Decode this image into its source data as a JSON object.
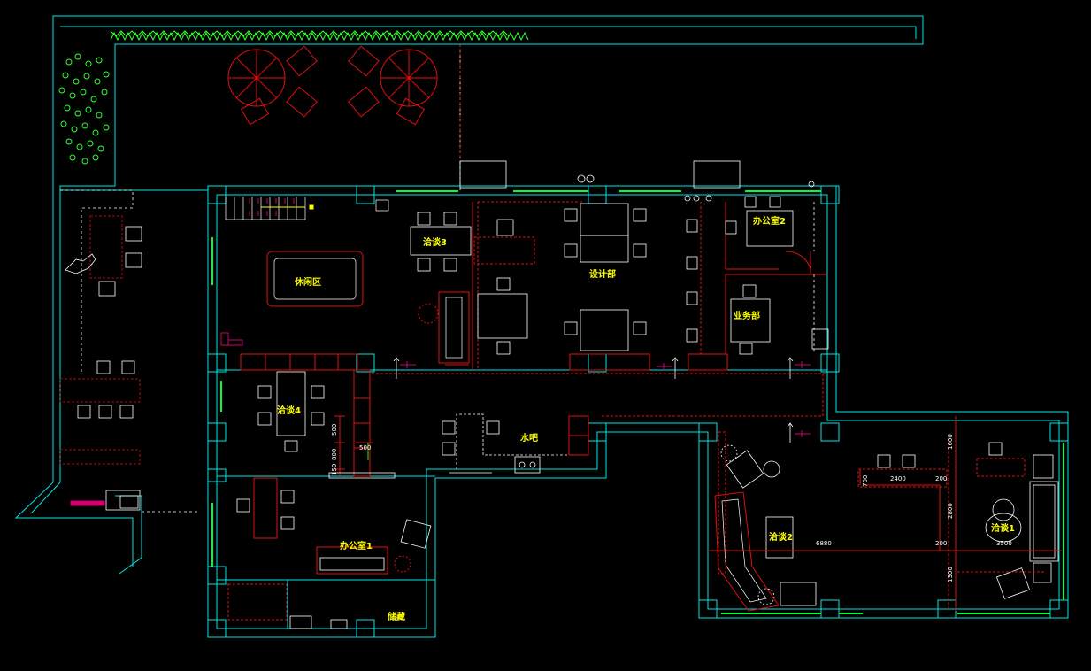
{
  "colors": {
    "background": "#000000",
    "wall": "#00e5e5",
    "furniture": "#e01010",
    "fixture": "#ffffff",
    "label": "#ffff00",
    "window": "#00ff33",
    "plant": "#33ff33",
    "note": "#d0006f"
  },
  "rooms": {
    "leisure": "休闲区",
    "meeting3": "洽谈3",
    "design": "设计部",
    "office2": "办公室2",
    "business": "业务部",
    "meeting4": "洽谈4",
    "bar": "水吧",
    "office1": "办公室1",
    "storage": "储藏",
    "meeting2": "洽谈2",
    "meeting1": "洽谈1"
  },
  "dimensions": {
    "d500a": "500",
    "d800": "800",
    "d500b": "500",
    "d150": "150",
    "d1600": "1600",
    "d700": "700",
    "d2400": "2400",
    "d200a": "200",
    "d2800": "2800",
    "d6880": "6880",
    "d200b": "200",
    "d3500": "3500",
    "d1300": "1300"
  }
}
